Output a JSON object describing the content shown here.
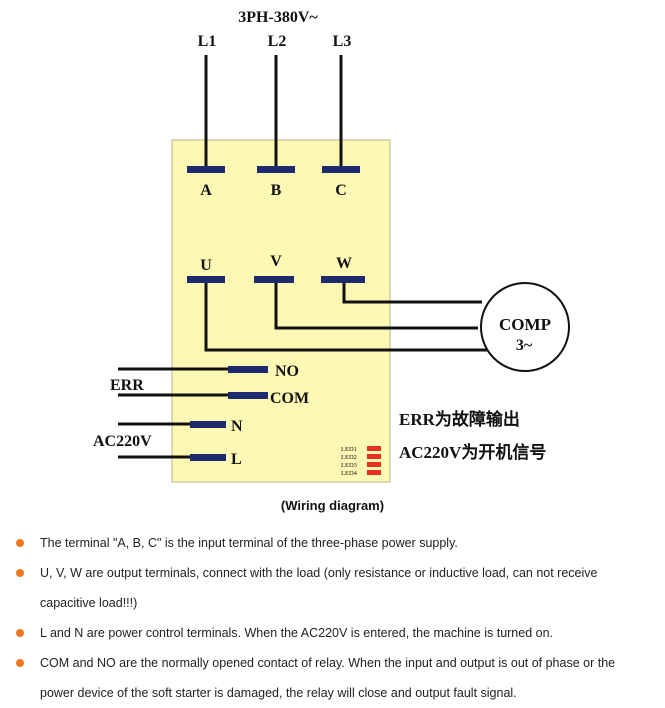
{
  "supply": {
    "label": "3PH-380V~",
    "lines": [
      "L1",
      "L2",
      "L3"
    ]
  },
  "inputs": [
    "A",
    "B",
    "C"
  ],
  "outputs": [
    "U",
    "V",
    "W"
  ],
  "motor": {
    "line1": "COMP",
    "line2": "3~"
  },
  "control_terminals": {
    "no": "NO",
    "com": "COM",
    "n": "N",
    "l": "L"
  },
  "side_labels": {
    "err": "ERR",
    "ac": "AC220V"
  },
  "notes": {
    "err": "ERR为故障输出",
    "ac": "AC220V为开机信号"
  },
  "leds": [
    "LED1",
    "LED2",
    "LED3",
    "LED4"
  ],
  "colors": {
    "box": "#fdf8b4",
    "terminal": "#1e2a6e",
    "led": "#e83020",
    "bullet": "#f0781e"
  },
  "caption": "(Wiring diagram)",
  "bullets": [
    "The terminal \"A, B, C\" is the input terminal of the three-phase power supply.",
    "U, V, W are output terminals, connect with the load (only resistance or inductive load, can not receive",
    "capacitive load!!!)",
    "L and N are power control terminals. When the AC220V is entered, the machine is turned on.",
    "COM and NO are the normally opened contact of relay. When the input and output is out of phase or the",
    "power device of the soft starter is damaged, the relay will close and output fault signal."
  ]
}
